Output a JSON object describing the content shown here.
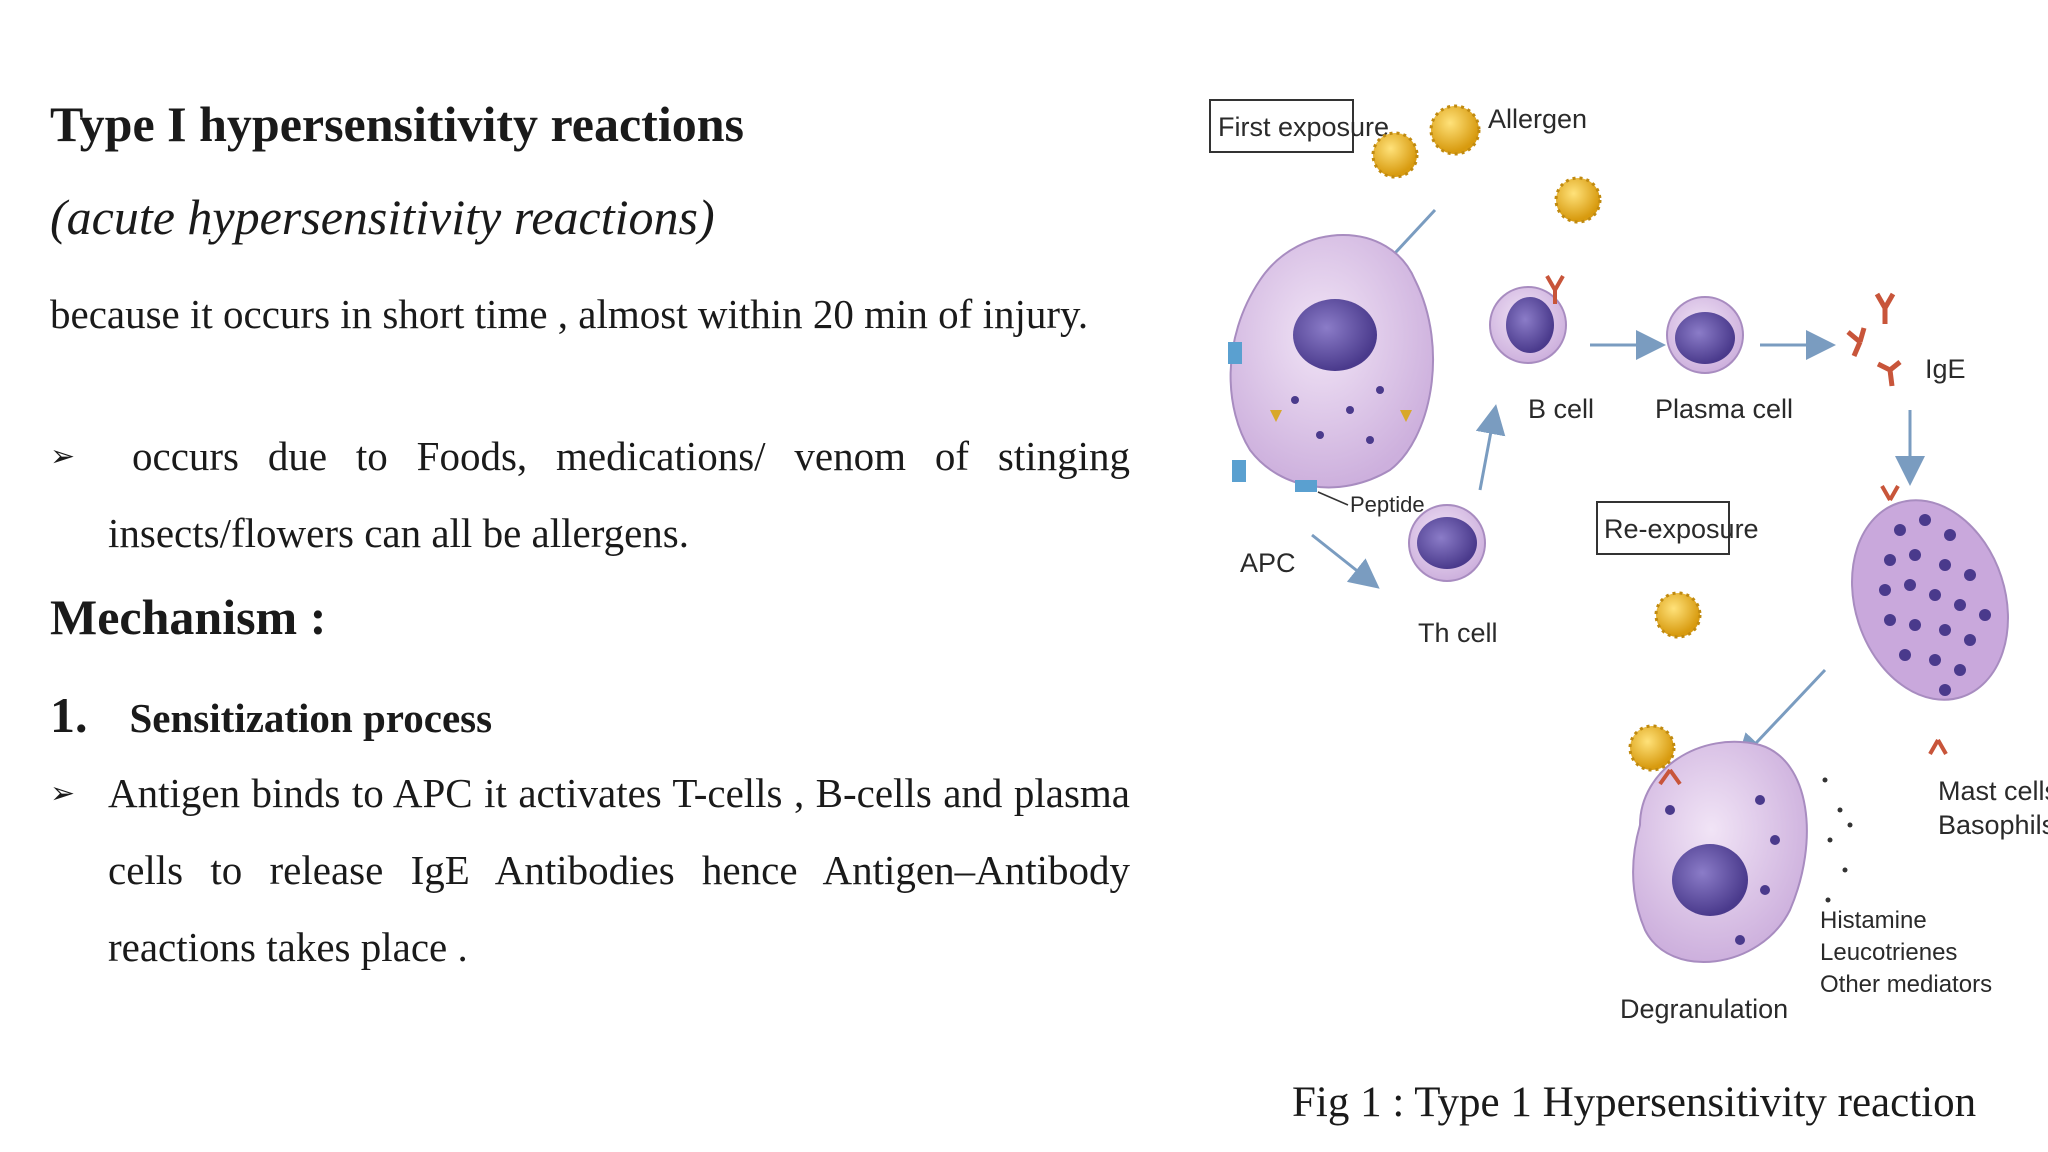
{
  "slide": {
    "title": "Type I hypersensitivity reactions",
    "subtitle": "(acute hypersensitivity reactions)",
    "intro": "because it occurs in short time , almost within 20 min of injury.",
    "bullet1": "occurs due to Foods, medications/ venom of stinging insects/flowers can all be allergens.",
    "mechanism_heading": "Mechanism :",
    "step1_number": "1.",
    "step1_label": "Sensitization process",
    "bullet2": "Antigen binds to APC it activates T-cells , B-cells and plasma cells to release IgE Antibodies hence Antigen–Antibody reactions takes place ."
  },
  "figure": {
    "labels": {
      "first_exposure": "First exposure",
      "allergen": "Allergen",
      "apc": "APC",
      "peptide": "Peptide",
      "b_cell": "B cell",
      "plasma_cell": "Plasma cell",
      "ige": "IgE",
      "th_cell": "Th cell",
      "re_exposure": "Re-exposure",
      "mast_cells": "Mast cells",
      "basophils": "Basophils",
      "histamine": "Histamine",
      "leucotrienes": "Leucotrienes",
      "other_mediators": "Other mediators",
      "degranulation": "Degranulation"
    },
    "caption": "Fig 1 : Type 1 Hypersensitivity reaction",
    "colors": {
      "cell_fill": "#d9c3e6",
      "nucleus": "#5b4a9e",
      "allergen": "#e8b820",
      "arrow": "#7a9cc0",
      "antibody": "#c8553a"
    }
  }
}
